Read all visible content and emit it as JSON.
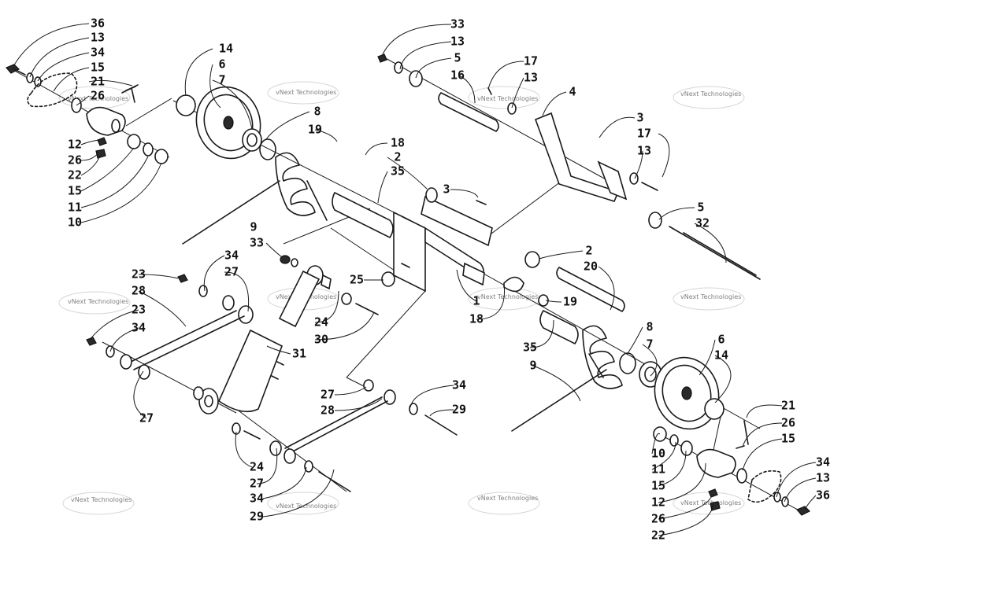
{
  "watermark_text": "vNext Technologies",
  "callouts": {
    "c36a": "36",
    "c13a": "13",
    "c34a": "34",
    "c15a": "15",
    "c21a": "21",
    "c26a": "26",
    "c12a": "12",
    "c26b": "26",
    "c22a": "22",
    "c15b": "15",
    "c11a": "11",
    "c10a": "10",
    "c14a": "14",
    "c6a": "6",
    "c7a": "7",
    "c8a": "8",
    "c19a": "19",
    "c18a": "18",
    "c2a": "2",
    "c35a": "35",
    "c3a": "3",
    "c9a": "9",
    "c33a": "33",
    "c13b": "13",
    "c5a": "5",
    "c16a": "16",
    "c17a": "17",
    "c13c": "13",
    "c4a": "4",
    "c3b": "3",
    "c17b": "17",
    "c13d": "13",
    "c5b": "5",
    "c32a": "32",
    "c2b": "2",
    "c20a": "20",
    "c33b": "33",
    "c34b": "34",
    "c27a": "27",
    "c23a": "23",
    "c28a": "28",
    "c23b": "23",
    "c34c": "34",
    "c25a": "25",
    "c1a": "1",
    "c18b": "18",
    "c19b": "19",
    "c24a": "24",
    "c30a": "30",
    "c31a": "31",
    "c27b": "27",
    "c8b": "8",
    "c7b": "7",
    "c6b": "6",
    "c14b": "14",
    "c35b": "35",
    "c9b": "9",
    "c27c": "27",
    "c28b": "28",
    "c34d": "34",
    "c29a": "29",
    "c24b": "24",
    "c27d": "27",
    "c34e": "34",
    "c29b": "29",
    "c21b": "21",
    "c26c": "26",
    "c15c": "15",
    "c10b": "10",
    "c11b": "11",
    "c15d": "15",
    "c12b": "12",
    "c26d": "26",
    "c22b": "22",
    "c34f": "34",
    "c13e": "13",
    "c36b": "36"
  }
}
